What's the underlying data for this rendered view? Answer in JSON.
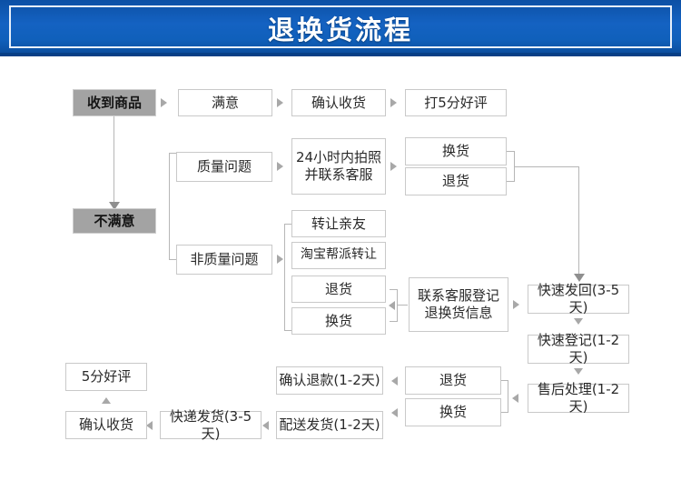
{
  "header": {
    "title": "退换货流程",
    "background_color": "#0f5cb6",
    "border_color": "#e8f0fb",
    "text_color": "#ffffff"
  },
  "theme": {
    "box_border": "#c9c9c9",
    "box_fill": "#ffffff",
    "gray_fill": "#a3a3a3",
    "line_color": "#b6b6b6",
    "arrow_color": "#a8a8a8",
    "text_color": "#2a2a2a"
  },
  "nodes": {
    "received": "收到商品",
    "satisfied": "满意",
    "confirm_receipt_top": "确认收货",
    "five_star_rating_top": "打5分好评",
    "unsatisfied": "不满意",
    "quality_issue": "质量问题",
    "photo_contact_service": "24小时内拍照\n并联系客服",
    "exchange_top": "换货",
    "return_top": "退货",
    "non_quality_issue": "非质量问题",
    "transfer_to_friend": "转让亲友",
    "taobao_group_transfer": "淘宝帮派转让",
    "return_mid": "退货",
    "exchange_mid": "换货",
    "contact_service_register": "联系客服登记\n退换货信息",
    "fast_send_back": "快速发回(3-5天)",
    "fast_register": "快速登记(1-2天)",
    "after_sales_process": "售后处理(1-2天)",
    "return_bottom": "退货",
    "exchange_bottom": "换货",
    "confirm_refund": "确认退款(1-2天)",
    "delivery_ship": "配送发货(1-2天)",
    "express_ship": "快递发货(3-5天)",
    "confirm_receipt_bottom": "确认收货",
    "five_star_rating_bottom": "5分好评"
  }
}
